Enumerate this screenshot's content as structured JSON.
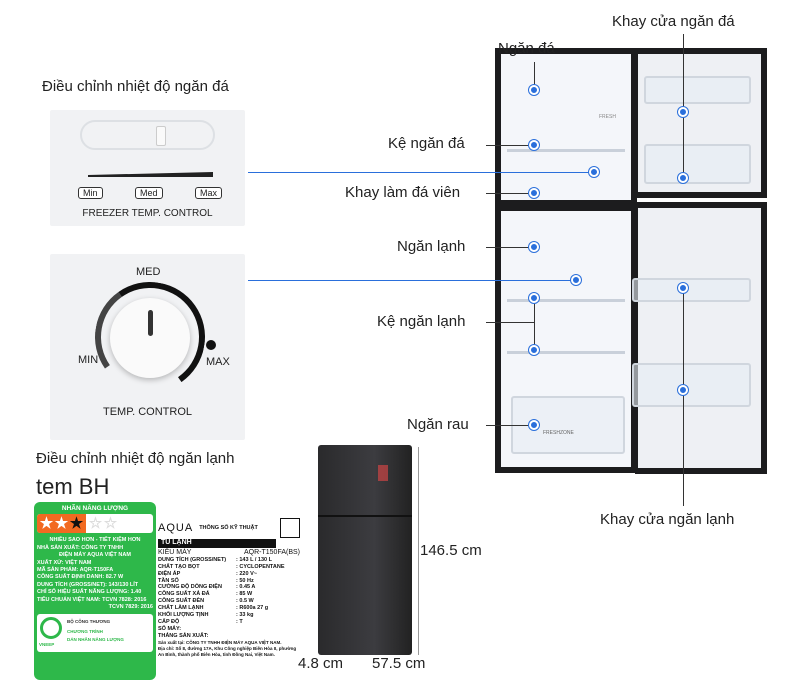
{
  "callouts": {
    "freezer_compartment": "Ngăn đá",
    "freezer_shelf": "Kệ ngăn đá",
    "ice_tray": "Khay làm đá viên",
    "fridge_compartment": "Ngăn lạnh",
    "fridge_shelf": "Kệ ngăn lạnh",
    "vegetable_drawer": "Ngăn rau",
    "freezer_door_tray": "Khay cửa ngăn đá",
    "fridge_door_tray": "Khay cửa ngăn lạnh"
  },
  "freezer_control": {
    "heading": "Điều chỉnh nhiệt độ ngăn đá",
    "min": "Min",
    "med": "Med",
    "max": "Max",
    "caption": "FREEZER TEMP. CONTROL"
  },
  "temp_control": {
    "heading": "Điều chỉnh nhiệt độ ngăn lạnh",
    "min": "MIN",
    "med": "MED",
    "max": "MAX",
    "caption": "TEMP. CONTROL"
  },
  "warranty": {
    "title": "tem BH"
  },
  "energy_label": {
    "title": "NHÃN NĂNG LƯỢNG",
    "stars": [
      "1",
      "2",
      "3",
      "4",
      "5"
    ],
    "rating": 3,
    "lines": [
      "NHIỀU SAO HƠN - TIẾT KIỆM HƠN",
      "NHÀ SẢN XUẤT: CÔNG TY TNHH",
      "ĐIỆN MÁY AQUA VIỆT NAM",
      "XUẤT XỨ: VIỆT NAM",
      "MÃ SẢN PHẨM: AQR-T150FA",
      "CÔNG SUẤT ĐỊNH DANH: 82.7 W",
      "DUNG TÍCH (GROSS/NET): 143/130 LÍT",
      "CHỈ SỐ HIỆU SUẤT NĂNG LƯỢNG: 1.40",
      "TIÊU CHUẨN VIỆT NAM: TCVN 7828: 2016",
      "TCVN 7829: 2016"
    ],
    "footer": [
      "BỘ CÔNG THƯƠNG",
      "CHƯƠNG TRÌNH",
      "DÁN NHÃN NĂNG LƯỢNG"
    ],
    "logo": "VNEEP"
  },
  "spec_label": {
    "brand": "AQUA",
    "heading": "THÔNG SỐ KỸ THUẬT",
    "product": "TỦ LẠNH",
    "model_label": "KIỂU MÁY",
    "model": "AQR-T150FA(BS)",
    "rows": [
      [
        "DUNG TÍCH (GROSS/NET)",
        ": 143 L / 130 L"
      ],
      [
        "CHẤT TẠO BỌT",
        ": CYCLOPENTANE"
      ],
      [
        "ĐIỆN ÁP",
        ": 220 V~"
      ],
      [
        "TẦN SỐ",
        ": 50 Hz"
      ],
      [
        "CƯỜNG ĐỘ DÒNG ĐIỆN",
        ": 0.45 A"
      ],
      [
        "CÔNG SUẤT XẢ ĐÁ",
        ": 85 W"
      ],
      [
        "CÔNG SUẤT ĐÈN",
        ": 0.5 W"
      ],
      [
        "CHẤT LÀM LẠNH",
        ": R600a   27 g"
      ],
      [
        "KHỐI LƯỢNG TỊNH",
        ": 33 kg"
      ],
      [
        "CẤP ĐỘ",
        ": T"
      ]
    ],
    "serial": "SỐ MÁY:",
    "date": "THÁNG SẢN XUẤT:",
    "maker": "Sản xuất tại: CÔNG TY TNHH ĐIỆN MÁY AQUA VIỆT NAM.",
    "address": "Địa chỉ: Số 8, đường 17A, Khu Công nghiệp Biên Hòa II, phường An Bình, thành phố Biên Hòa, tỉnh Đồng Nai, Việt Nam."
  },
  "dimensions": {
    "height": "146.5 cm",
    "width": "4.8 cm",
    "depth": "57.5 cm"
  },
  "fridge_marks": {
    "fresh": "FRESH",
    "freshzone": "FRESHZONE"
  },
  "colors": {
    "accent": "#2a6fdb",
    "body": "#1c1c1e",
    "energy": "#2eb84a"
  }
}
